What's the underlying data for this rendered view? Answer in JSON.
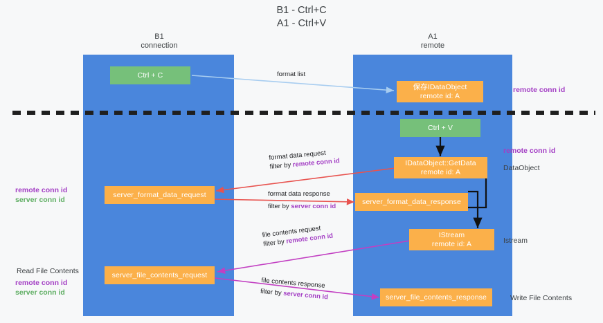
{
  "title": "B1 - Ctrl+C\nA1 - Ctrl+V",
  "lanes": [
    {
      "name": "lane-b1",
      "header": "B1\nconnection"
    },
    {
      "name": "lane-a1",
      "header": "A1\nremote"
    }
  ],
  "nodes": {
    "ctrl_c": "Ctrl + C",
    "save_idataobject": "保存IDataObject\nremote id: A",
    "ctrl_v": "Ctrl + V",
    "getdata": "IDataObject::GetData\nremote id: A",
    "server_format_data_request": "server_format_data_request",
    "server_format_data_response": "server_format_data_response",
    "istream": "IStream\nremote id: A",
    "server_file_contents_request": "server_file_contents_request",
    "server_file_contents_response": "server_file_contents_response"
  },
  "edges": {
    "format_list": "format list",
    "format_data_request": "format data request",
    "format_data_request_filter_prefix": "filter by ",
    "format_data_request_filter_key": "remote conn id",
    "format_data_response": "format data response",
    "format_data_response_filter_prefix": "filter by ",
    "format_data_response_filter_key": "server conn id",
    "file_contents_request": "file contents request",
    "file_contents_request_filter_prefix": "filter by ",
    "file_contents_request_filter_key": "remote conn id",
    "file_contents_response": "file contents response",
    "file_contents_response_filter_prefix": "filter by ",
    "file_contents_response_filter_key": "server conn id"
  },
  "annotations": {
    "right_remote_conn_id_top": "remote conn id",
    "right_remote_conn_id_mid": "remote conn id",
    "right_dataobject": "DataObject",
    "right_istream": "Istream",
    "right_write_file_contents": "Write File Contents",
    "left_remote_conn_id": "remote conn id",
    "left_server_conn_id": "server conn id",
    "left_read_file_contents": "Read File Contents",
    "left_remote_conn_id_2": "remote conn id",
    "left_server_conn_id_2": "server conn id"
  },
  "colors": {
    "lane": "#4a86dc",
    "node_green": "#76c07a",
    "node_orange": "#fbb04a",
    "accent_purple": "#a33ec4",
    "accent_green": "#5fae63",
    "arrow_blue": "#a8cdf0",
    "arrow_red": "#e8534f",
    "arrow_magenta": "#c23fc2",
    "arrow_black": "#000000",
    "divider": "#222222",
    "background": "#f7f8f9"
  }
}
